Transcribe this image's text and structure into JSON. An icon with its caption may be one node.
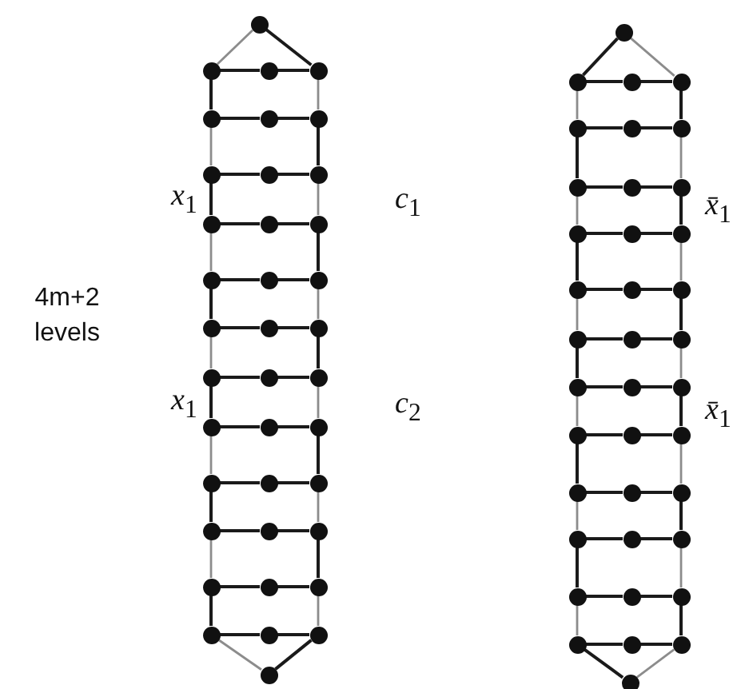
{
  "diagram": {
    "nodes": [
      {
        "text": [],
        "shape": "circle"
      },
      {
        "text": [],
        "shape": "circle"
      },
      {
        "text": [],
        "shape": "circle"
      },
      {
        "text": [],
        "shape": "circle"
      },
      {
        "text": [],
        "shape": "circle"
      },
      {
        "text": [],
        "shape": "circle"
      },
      {
        "text": [],
        "shape": "circle"
      },
      {
        "text": [],
        "shape": "circle"
      },
      {
        "text": [],
        "shape": "circle"
      },
      {
        "text": [],
        "shape": "circle"
      },
      {
        "text": [],
        "shape": "circle"
      },
      {
        "text": [],
        "shape": "circle"
      },
      {
        "text": [],
        "shape": "circle"
      },
      {
        "text": [],
        "shape": "circle"
      },
      {
        "text": [],
        "shape": "circle"
      },
      {
        "text": [],
        "shape": "circle"
      },
      {
        "text": [],
        "shape": "circle"
      },
      {
        "text": [],
        "shape": "circle"
      },
      {
        "text": [],
        "shape": "circle"
      },
      {
        "text": [],
        "shape": "circle"
      },
      {
        "text": [],
        "shape": "circle"
      },
      {
        "text": [],
        "shape": "circle"
      },
      {
        "text": [],
        "shape": "circle"
      },
      {
        "text": [],
        "shape": "circle"
      },
      {
        "text": [],
        "shape": "circle"
      },
      {
        "text": [],
        "shape": "circle"
      },
      {
        "text": [],
        "shape": "circle"
      },
      {
        "text": [],
        "shape": "circle"
      },
      {
        "text": [],
        "shape": "circle"
      },
      {
        "text": [],
        "shape": "circle"
      },
      {
        "text": [],
        "shape": "circle"
      },
      {
        "text": [],
        "shape": "circle"
      },
      {
        "text": [],
        "shape": "circle"
      },
      {
        "text": [],
        "shape": "circle"
      },
      {
        "text": [],
        "shape": "circle"
      },
      {
        "text": [],
        "shape": "circle"
      },
      {
        "text": [],
        "shape": "circle"
      },
      {
        "text": [],
        "shape": "circle"
      },
      {
        "text": [],
        "shape": "circle"
      },
      {
        "text": [],
        "shape": "circle"
      },
      {
        "text": [],
        "shape": "circle"
      },
      {
        "text": [],
        "shape": "circle"
      },
      {
        "text": [],
        "shape": "circle"
      },
      {
        "text": [],
        "shape": "circle"
      },
      {
        "text": [],
        "shape": "circle"
      },
      {
        "text": [],
        "shape": "circle"
      },
      {
        "text": [],
        "shape": "circle"
      },
      {
        "text": [],
        "shape": "circle"
      },
      {
        "text": [],
        "shape": "circle"
      },
      {
        "text": [],
        "shape": "circle"
      },
      {
        "text": [],
        "shape": "circle"
      },
      {
        "text": [],
        "shape": "circle"
      },
      {
        "text": [],
        "shape": "circle"
      },
      {
        "text": [],
        "shape": "circle"
      },
      {
        "text": [],
        "shape": "circle"
      },
      {
        "text": [],
        "shape": "circle"
      },
      {
        "text": [],
        "shape": "circle"
      },
      {
        "text": [],
        "shape": "circle"
      },
      {
        "text": [],
        "shape": "circle"
      },
      {
        "text": [],
        "shape": "circle"
      },
      {
        "text": [],
        "shape": "circle"
      },
      {
        "text": [],
        "shape": "circle"
      },
      {
        "text": [],
        "shape": "circle"
      },
      {
        "text": [],
        "shape": "circle"
      },
      {
        "text": [],
        "shape": "circle"
      },
      {
        "text": [],
        "shape": "circle"
      },
      {
        "text": [],
        "shape": "circle"
      },
      {
        "text": [],
        "shape": "circle"
      },
      {
        "text": [],
        "shape": "circle"
      },
      {
        "text": [],
        "shape": "circle"
      },
      {
        "text": [],
        "shape": "circle"
      },
      {
        "text": [],
        "shape": "circle"
      },
      {
        "text": [],
        "shape": "circle"
      },
      {
        "text": [],
        "shape": "circle"
      },
      {
        "text": [],
        "shape": "circle"
      },
      {
        "text": [],
        "shape": "circle"
      }
    ],
    "edges": [
      {
        "from": 0,
        "to": 1,
        "arrow": "none",
        "color": "#8c8c8c"
      },
      {
        "from": 0,
        "to": 3,
        "arrow": "none"
      },
      {
        "from": 1,
        "to": 2,
        "arrow": "none"
      },
      {
        "from": 2,
        "to": 3,
        "arrow": "none"
      },
      {
        "from": 1,
        "to": 4,
        "arrow": "none"
      },
      {
        "from": 3,
        "to": 6,
        "arrow": "none",
        "color": "#8c8c8c"
      },
      {
        "from": 4,
        "to": 5,
        "arrow": "none"
      },
      {
        "from": 5,
        "to": 6,
        "arrow": "none"
      },
      {
        "from": 4,
        "to": 7,
        "arrow": "none",
        "color": "#8c8c8c"
      },
      {
        "from": 6,
        "to": 9,
        "arrow": "none"
      },
      {
        "from": 7,
        "to": 8,
        "arrow": "none"
      },
      {
        "from": 8,
        "to": 9,
        "arrow": "none"
      },
      {
        "from": 7,
        "to": 10,
        "arrow": "none"
      },
      {
        "from": 9,
        "to": 12,
        "arrow": "none",
        "color": "#8c8c8c"
      },
      {
        "from": 10,
        "to": 11,
        "arrow": "none"
      },
      {
        "from": 11,
        "to": 12,
        "arrow": "none"
      },
      {
        "from": 10,
        "to": 13,
        "arrow": "none",
        "color": "#8c8c8c"
      },
      {
        "from": 12,
        "to": 15,
        "arrow": "none"
      },
      {
        "from": 13,
        "to": 14,
        "arrow": "none"
      },
      {
        "from": 14,
        "to": 15,
        "arrow": "none"
      },
      {
        "from": 13,
        "to": 16,
        "arrow": "none"
      },
      {
        "from": 15,
        "to": 18,
        "arrow": "none",
        "color": "#8c8c8c"
      },
      {
        "from": 16,
        "to": 17,
        "arrow": "none"
      },
      {
        "from": 17,
        "to": 18,
        "arrow": "none"
      },
      {
        "from": 16,
        "to": 19,
        "arrow": "none",
        "color": "#8c8c8c"
      },
      {
        "from": 18,
        "to": 21,
        "arrow": "none"
      },
      {
        "from": 19,
        "to": 20,
        "arrow": "none"
      },
      {
        "from": 20,
        "to": 21,
        "arrow": "none"
      },
      {
        "from": 19,
        "to": 22,
        "arrow": "none"
      },
      {
        "from": 21,
        "to": 24,
        "arrow": "none",
        "color": "#8c8c8c"
      },
      {
        "from": 22,
        "to": 23,
        "arrow": "none"
      },
      {
        "from": 23,
        "to": 24,
        "arrow": "none"
      },
      {
        "from": 22,
        "to": 25,
        "arrow": "none",
        "color": "#8c8c8c"
      },
      {
        "from": 24,
        "to": 27,
        "arrow": "none"
      },
      {
        "from": 25,
        "to": 26,
        "arrow": "none"
      },
      {
        "from": 26,
        "to": 27,
        "arrow": "none"
      },
      {
        "from": 25,
        "to": 28,
        "arrow": "none"
      },
      {
        "from": 27,
        "to": 30,
        "arrow": "none",
        "color": "#8c8c8c"
      },
      {
        "from": 28,
        "to": 29,
        "arrow": "none"
      },
      {
        "from": 29,
        "to": 30,
        "arrow": "none"
      },
      {
        "from": 28,
        "to": 31,
        "arrow": "none",
        "color": "#8c8c8c"
      },
      {
        "from": 30,
        "to": 33,
        "arrow": "none"
      },
      {
        "from": 31,
        "to": 32,
        "arrow": "none"
      },
      {
        "from": 32,
        "to": 33,
        "arrow": "none"
      },
      {
        "from": 31,
        "to": 34,
        "arrow": "none"
      },
      {
        "from": 33,
        "to": 36,
        "arrow": "none",
        "color": "#8c8c8c"
      },
      {
        "from": 34,
        "to": 35,
        "arrow": "none"
      },
      {
        "from": 35,
        "to": 36,
        "arrow": "none"
      },
      {
        "from": 34,
        "to": 37,
        "arrow": "none",
        "color": "#8c8c8c"
      },
      {
        "from": 36,
        "to": 37,
        "arrow": "none"
      },
      {
        "from": 38,
        "to": 39,
        "arrow": "none"
      },
      {
        "from": 38,
        "to": 41,
        "arrow": "none",
        "color": "#8c8c8c"
      },
      {
        "from": 39,
        "to": 40,
        "arrow": "none"
      },
      {
        "from": 40,
        "to": 41,
        "arrow": "none"
      },
      {
        "from": 39,
        "to": 42,
        "arrow": "none",
        "color": "#8c8c8c"
      },
      {
        "from": 41,
        "to": 44,
        "arrow": "none"
      },
      {
        "from": 42,
        "to": 43,
        "arrow": "none"
      },
      {
        "from": 43,
        "to": 44,
        "arrow": "none"
      },
      {
        "from": 42,
        "to": 45,
        "arrow": "none"
      },
      {
        "from": 44,
        "to": 47,
        "arrow": "none",
        "color": "#8c8c8c"
      },
      {
        "from": 45,
        "to": 46,
        "arrow": "none"
      },
      {
        "from": 46,
        "to": 47,
        "arrow": "none"
      },
      {
        "from": 45,
        "to": 48,
        "arrow": "none",
        "color": "#8c8c8c"
      },
      {
        "from": 47,
        "to": 50,
        "arrow": "none"
      },
      {
        "from": 48,
        "to": 49,
        "arrow": "none"
      },
      {
        "from": 49,
        "to": 50,
        "arrow": "none"
      },
      {
        "from": 48,
        "to": 51,
        "arrow": "none"
      },
      {
        "from": 50,
        "to": 53,
        "arrow": "none",
        "color": "#8c8c8c"
      },
      {
        "from": 51,
        "to": 52,
        "arrow": "none"
      },
      {
        "from": 52,
        "to": 53,
        "arrow": "none"
      },
      {
        "from": 51,
        "to": 54,
        "arrow": "none",
        "color": "#8c8c8c"
      },
      {
        "from": 53,
        "to": 56,
        "arrow": "none"
      },
      {
        "from": 54,
        "to": 55,
        "arrow": "none"
      },
      {
        "from": 55,
        "to": 56,
        "arrow": "none"
      },
      {
        "from": 54,
        "to": 57,
        "arrow": "none"
      },
      {
        "from": 56,
        "to": 59,
        "arrow": "none",
        "color": "#8c8c8c"
      },
      {
        "from": 57,
        "to": 58,
        "arrow": "none"
      },
      {
        "from": 58,
        "to": 59,
        "arrow": "none"
      },
      {
        "from": 57,
        "to": 60,
        "arrow": "none",
        "color": "#8c8c8c"
      },
      {
        "from": 59,
        "to": 62,
        "arrow": "none"
      },
      {
        "from": 60,
        "to": 61,
        "arrow": "none"
      },
      {
        "from": 61,
        "to": 62,
        "arrow": "none"
      },
      {
        "from": 60,
        "to": 63,
        "arrow": "none"
      },
      {
        "from": 62,
        "to": 65,
        "arrow": "none",
        "color": "#8c8c8c"
      },
      {
        "from": 63,
        "to": 64,
        "arrow": "none"
      },
      {
        "from": 64,
        "to": 65,
        "arrow": "none"
      },
      {
        "from": 63,
        "to": 66,
        "arrow": "none",
        "color": "#8c8c8c"
      },
      {
        "from": 65,
        "to": 68,
        "arrow": "none"
      },
      {
        "from": 66,
        "to": 67,
        "arrow": "none"
      },
      {
        "from": 67,
        "to": 68,
        "arrow": "none"
      },
      {
        "from": 66,
        "to": 69,
        "arrow": "none"
      },
      {
        "from": 68,
        "to": 71,
        "arrow": "none",
        "color": "#8c8c8c"
      },
      {
        "from": 69,
        "to": 70,
        "arrow": "none"
      },
      {
        "from": 70,
        "to": 71,
        "arrow": "none"
      },
      {
        "from": 69,
        "to": 72,
        "arrow": "none",
        "color": "#8c8c8c"
      },
      {
        "from": 71,
        "to": 74,
        "arrow": "none"
      },
      {
        "from": 72,
        "to": 73,
        "arrow": "none"
      },
      {
        "from": 73,
        "to": 74,
        "arrow": "none"
      },
      {
        "from": 72,
        "to": 75,
        "arrow": "none"
      },
      {
        "from": 74,
        "to": 75,
        "arrow": "none",
        "color": "#8c8c8c"
      }
    ],
    "labels": [
      "*x*$_{1}$",
      "*c*$_{1}$",
      "*x̄*$_{1}$",
      "4m+2 levels",
      "*x*$_{1}$",
      "*c*$_{2}$",
      "*x̄*$_{1}$"
    ]
  }
}
